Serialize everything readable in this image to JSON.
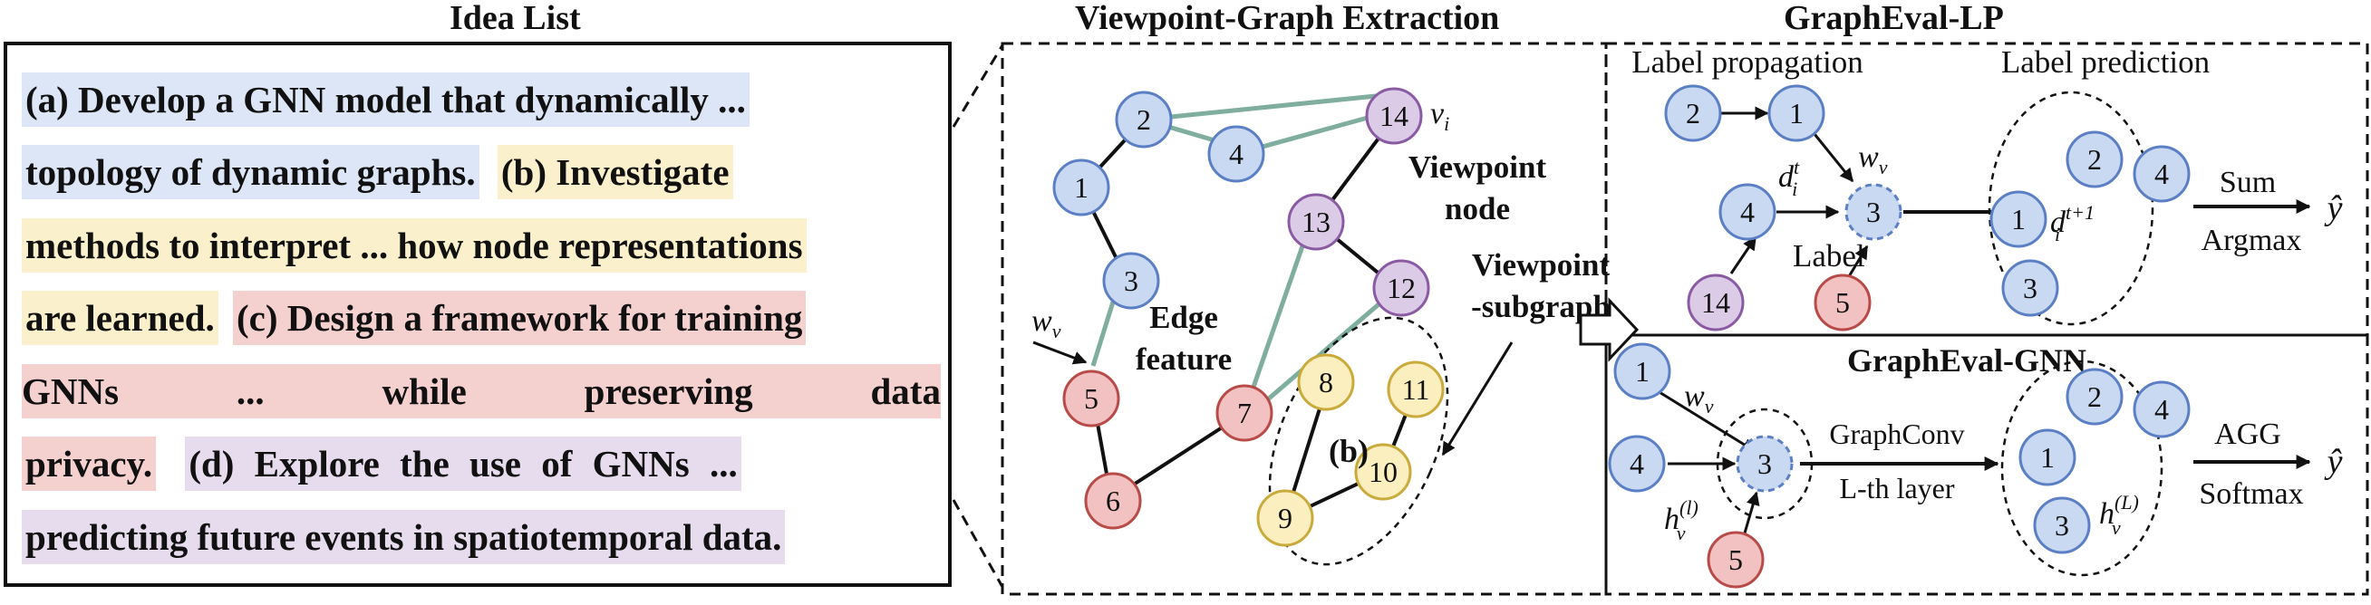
{
  "titles": {
    "idea_list": "Idea List",
    "extraction": "Viewpoint-Graph Extraction",
    "lp": "GraphEval-LP",
    "gnn": "GraphEval-GNN"
  },
  "idea_lines": [
    {
      "justified": false,
      "segments": [
        {
          "text": "(a) Develop a GNN model that dynamically ...",
          "color": "#dde6f6"
        }
      ]
    },
    {
      "justified": false,
      "segments": [
        {
          "text": "topology of dynamic graphs.",
          "color": "#dde6f6"
        },
        {
          "text": "(b) Investigate",
          "color": "#fbf0cc"
        }
      ]
    },
    {
      "justified": false,
      "segments": [
        {
          "text": "methods to interpret ... how node representations",
          "color": "#fbf0cc"
        }
      ]
    },
    {
      "justified": false,
      "segments": [
        {
          "text": "are learned.",
          "color": "#fbf0cc"
        },
        {
          "text": "(c) Design a framework for training",
          "color": "#f4d0cf"
        }
      ]
    },
    {
      "justified": true,
      "words": [
        "GNNs",
        "...",
        "while",
        "preserving",
        "data"
      ],
      "color": "#f4d0cf"
    },
    {
      "justified": false,
      "segments": [
        {
          "text": "privacy.",
          "color": "#f4d0cf"
        },
        {
          "text": "(d) Explore the use of GNNs ...",
          "color": "#e6dced"
        }
      ]
    },
    {
      "justified": false,
      "segments": [
        {
          "text": "predicting future events in spatiotemporal data.",
          "color": "#e6dced"
        }
      ]
    }
  ],
  "extraction": {
    "edge_feature_label": [
      "Edge",
      "feature"
    ],
    "weight_label": "w",
    "weight_sub": "v",
    "vi_label": "v",
    "vi_sub": "i",
    "viewpoint_node_label": [
      "Viewpoint",
      "node"
    ],
    "viewpoint_subgraph_label": [
      "Viewpoint",
      "-subgraph"
    ],
    "subgraph_tag": "(b)",
    "nodes": [
      {
        "id": "1",
        "color": "blue"
      },
      {
        "id": "2",
        "color": "blue"
      },
      {
        "id": "3",
        "color": "blue"
      },
      {
        "id": "4",
        "color": "blue"
      },
      {
        "id": "5",
        "color": "red"
      },
      {
        "id": "6",
        "color": "red"
      },
      {
        "id": "7",
        "color": "red"
      },
      {
        "id": "8",
        "color": "yellow"
      },
      {
        "id": "9",
        "color": "yellow"
      },
      {
        "id": "10",
        "color": "yellow"
      },
      {
        "id": "11",
        "color": "yellow"
      },
      {
        "id": "12",
        "color": "purple"
      },
      {
        "id": "13",
        "color": "purple"
      },
      {
        "id": "14",
        "color": "purple"
      }
    ]
  },
  "lp": {
    "label_propagation": "Label propagation",
    "label_prediction": "Label prediction",
    "label_word": "Label",
    "d_label": "d",
    "d_sup": "t",
    "d_sub": "i",
    "d_pred_sup": "t+1",
    "w_label": "w",
    "w_sub": "v",
    "sum_label": "Sum",
    "argmax_label": "Argmax",
    "y_hat": "ŷ"
  },
  "gnn": {
    "w_label": "w",
    "w_sub": "v",
    "h_label": "h",
    "h_sub": "v",
    "h_sup_l": "(l)",
    "h_sup_L": "(L)",
    "graphconv_label": "GraphConv",
    "lth_layer_label": "L-th layer",
    "agg_label": "AGG",
    "softmax_label": "Softmax",
    "y_hat": "ŷ"
  },
  "colors": {
    "blue_fill": "#c9d9f2",
    "blue_stroke": "#5b7fc4",
    "red_fill": "#f1c2c1",
    "red_stroke": "#b84a48",
    "yellow_fill": "#fbefc0",
    "yellow_stroke": "#c9aa3a",
    "purple_fill": "#dccbe6",
    "purple_stroke": "#8a5ba3",
    "teal_edge": "#7fae9f",
    "highlight_blue": "#dde6f6",
    "highlight_yellow": "#fbf0cc",
    "highlight_red": "#f4d0cf",
    "highlight_purple": "#e6dced"
  }
}
